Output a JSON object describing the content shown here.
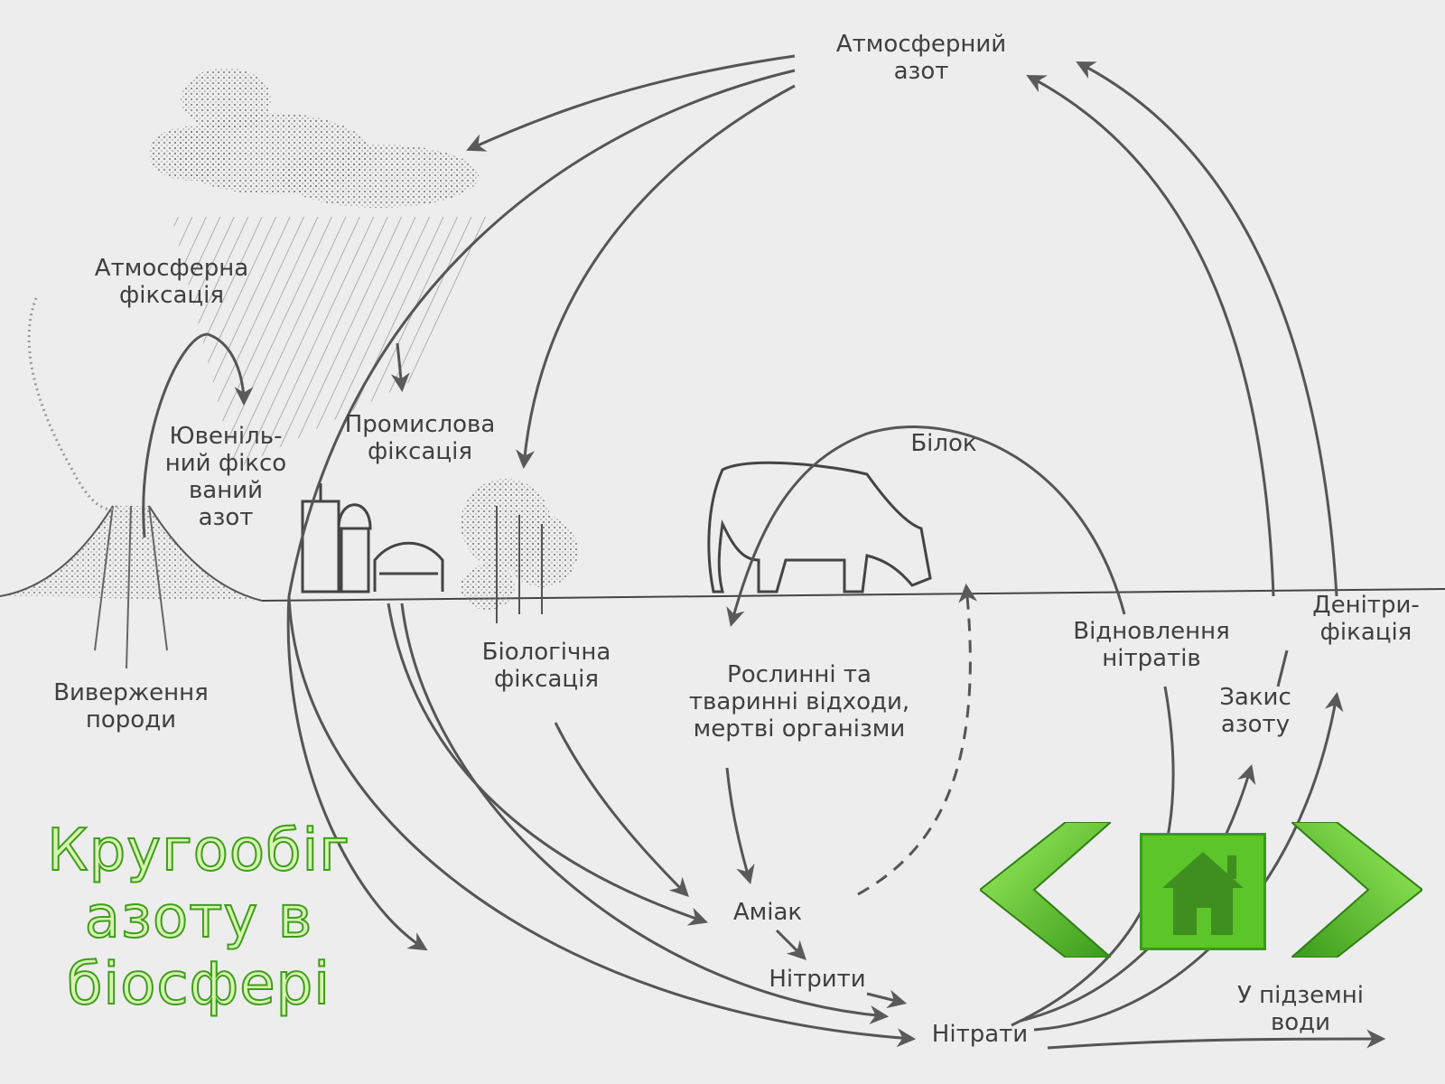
{
  "labels": {
    "atmospheric_nitrogen": "Атмосферний\nазот",
    "atmospheric_fixation": "Атмосферна\nфіксація",
    "juvenile_fixed_nitrogen": "Ювеніль-\nний фіксо\nваний\nазот",
    "industrial_fixation": "Промислова\nфіксація",
    "protein": "Білок",
    "biological_fixation": "Біологічна\nфіксація",
    "waste": "Рослинні та\nтваринні відходи,\nмертві організми",
    "nitrate_reduction": "Відновлення\nнітратів",
    "denitrification": "Денітри-\nфікація",
    "nitrous_oxide": "Закис\nазоту",
    "eruption": "Виверження\nпороди",
    "ammonia": "Аміак",
    "nitrites": "Нітрити",
    "nitrates": "Нітрати",
    "groundwater": "У підземні\nводи"
  },
  "title": "Кругообіг\nазоту в\nбіосфері",
  "nav": {
    "colors": {
      "arrow": "#6fd63a",
      "arrow_dark": "#3a9a1a",
      "home_bg": "#5cc52a",
      "home_icon": "#3f8f20"
    }
  }
}
